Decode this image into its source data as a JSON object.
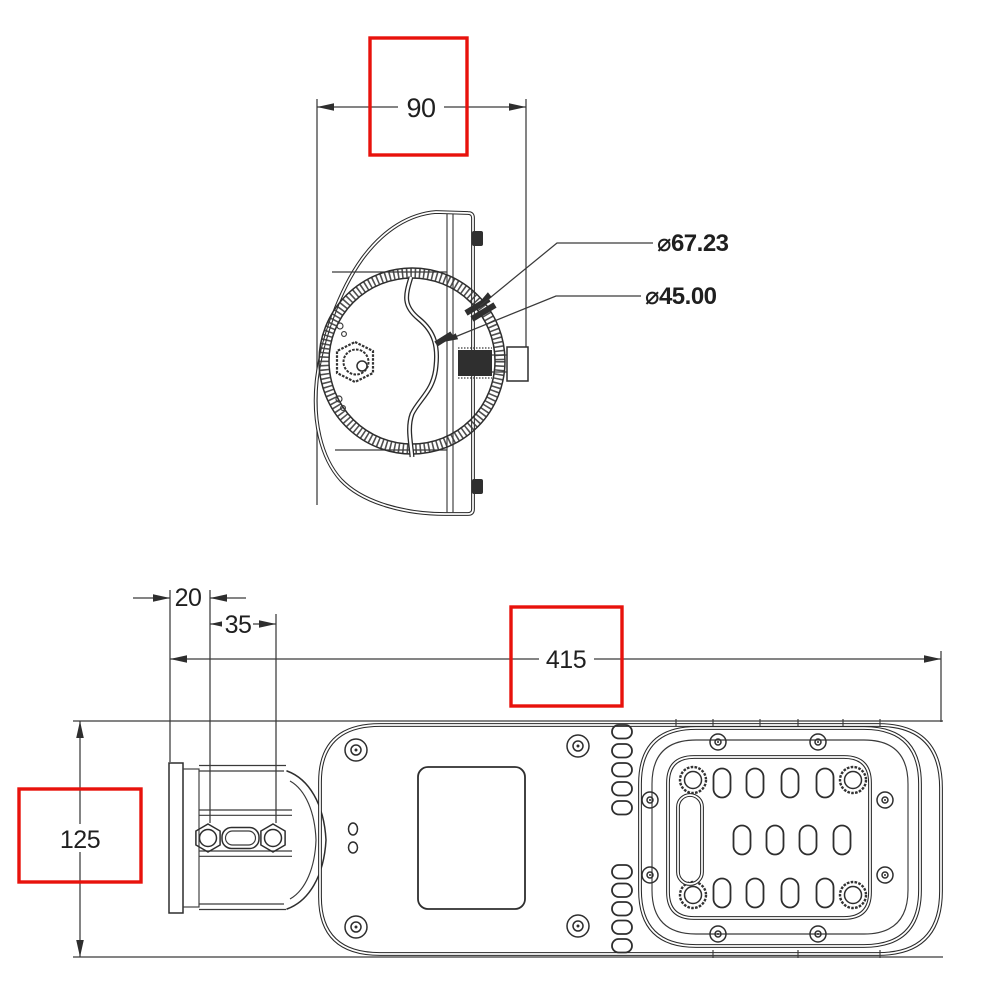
{
  "colors": {
    "line": "#2e2e2e",
    "highlight": "#e8120c",
    "background": "#ffffff"
  },
  "views": {
    "end_view": {
      "dim_width": "90",
      "dim_outer_diameter": "⌀67.23",
      "dim_inner_diameter": "⌀45.00"
    },
    "plan_view": {
      "dim_edge_to_bolt": "20",
      "dim_bolt_spacing": "35",
      "dim_overall_length": "415",
      "dim_overall_width": "125"
    }
  }
}
